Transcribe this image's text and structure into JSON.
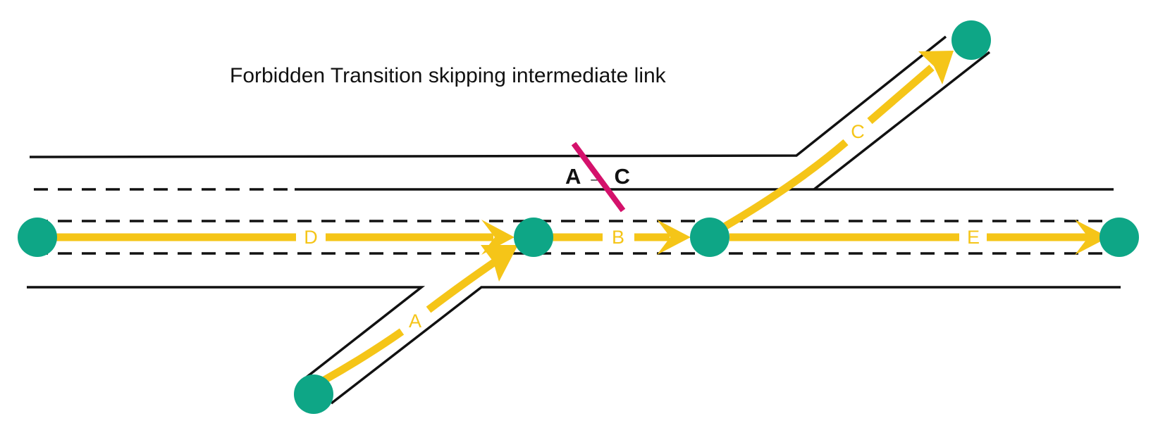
{
  "title": "Forbidden Transition skipping intermediate link",
  "links": [
    {
      "id": "A",
      "label": "A"
    },
    {
      "id": "B",
      "label": "B"
    },
    {
      "id": "C",
      "label": "C"
    },
    {
      "id": "D",
      "label": "D"
    },
    {
      "id": "E",
      "label": "E"
    }
  ],
  "forbidden_transition": {
    "from": "A",
    "arrow": "→",
    "to": "C"
  },
  "colors": {
    "link": "#f5c518",
    "node": "#0ea686",
    "forbidden_strike": "#d4116b",
    "road_edge": "#111111"
  }
}
